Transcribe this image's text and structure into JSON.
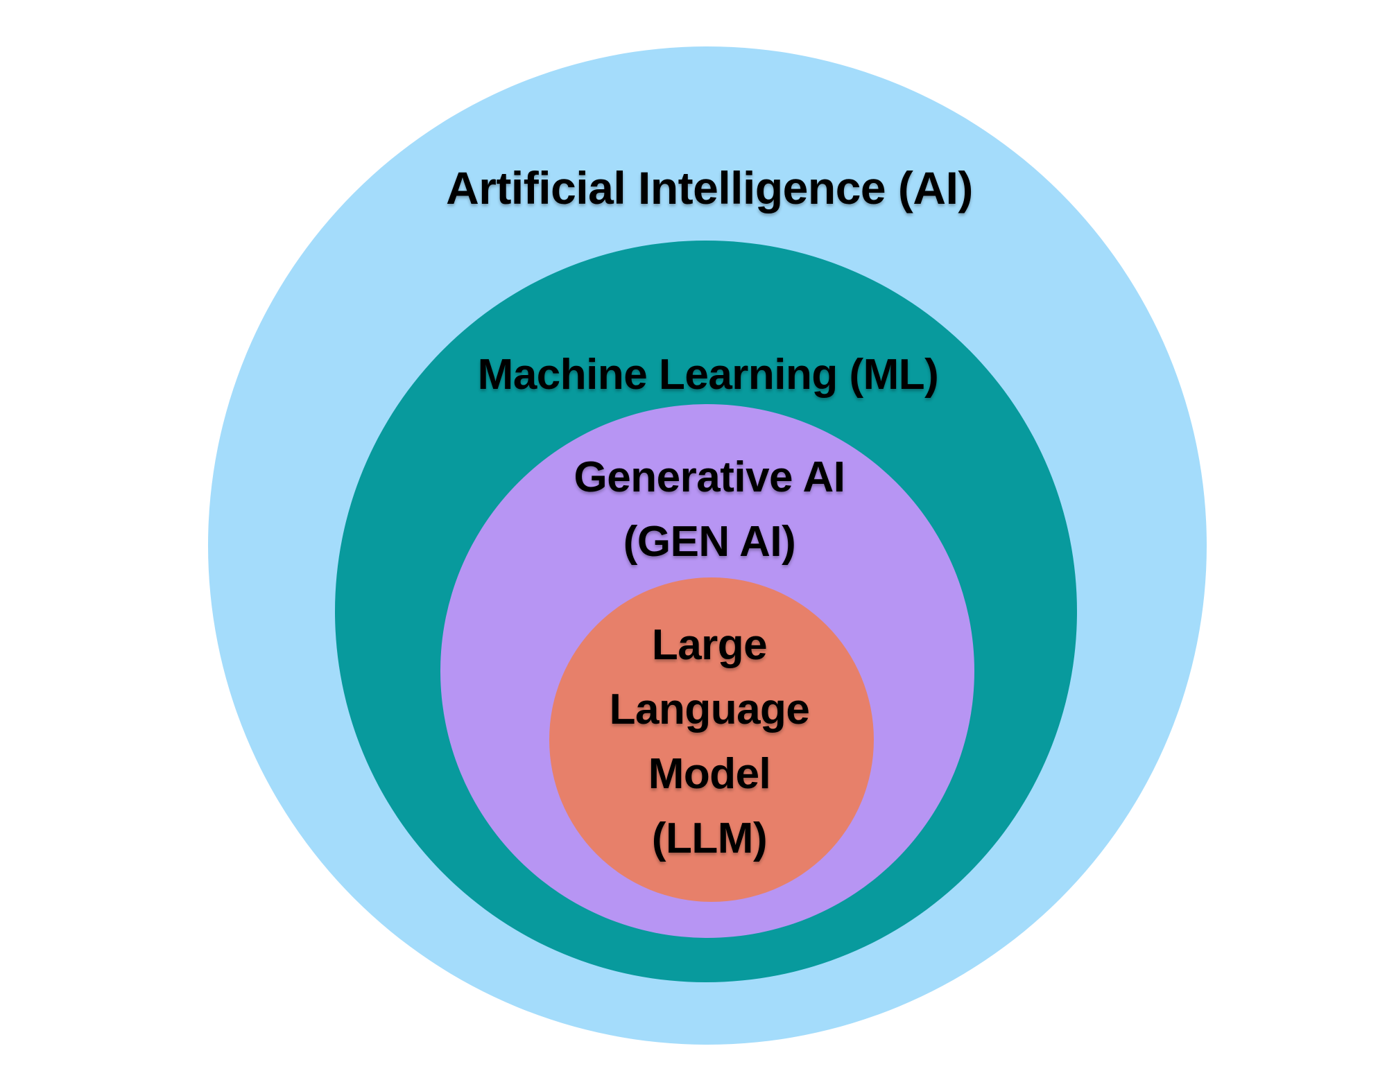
{
  "diagram": {
    "type": "nested-circles",
    "background": "#FFFFFF",
    "text_color": "#000000",
    "rings": [
      {
        "id": "artificial-intelligence",
        "label": "Artificial Intelligence (AI)",
        "lines": [
          "Artificial Intelligence (AI)"
        ],
        "color": "#A4DCFB"
      },
      {
        "id": "machine-learning",
        "label": "Machine Learning (ML)",
        "lines": [
          "Machine Learning (ML)"
        ],
        "color": "#089A9D"
      },
      {
        "id": "generative-ai",
        "label": "Generative AI (GEN AI)",
        "lines": [
          "Generative AI",
          "(GEN AI)"
        ],
        "color": "#B795F3"
      },
      {
        "id": "large-language-model",
        "label": "Large Language Model (LLM)",
        "lines": [
          "Large",
          "Language",
          "Model",
          "(LLM)"
        ],
        "color": "#E7806A"
      }
    ]
  }
}
